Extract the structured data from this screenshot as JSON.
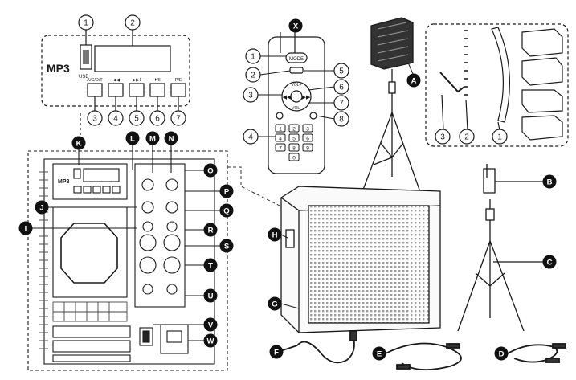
{
  "mp3_module": {
    "title": "MP3",
    "usb_label": "USB",
    "buttons": [
      "A/C/D/T",
      "I◀◀",
      "▶▶I",
      "⏵/II",
      "P/E"
    ],
    "callouts": [
      "1",
      "2",
      "3",
      "4",
      "5",
      "6",
      "7"
    ]
  },
  "remote": {
    "letter": "X",
    "mode_label": "MODE",
    "vol_plus": "VOL+",
    "vol_minus": "VOL-",
    "keypad": [
      "1",
      "2",
      "3",
      "4",
      "5",
      "6",
      "7",
      "8",
      "9",
      "0"
    ],
    "callouts": [
      "1",
      "2",
      "3",
      "4",
      "5",
      "6",
      "7",
      "8"
    ]
  },
  "rear_panel": {
    "mini_mp3_label": "MP3",
    "callout_letters": [
      "K",
      "L",
      "M",
      "N",
      "O",
      "P",
      "Q",
      "J",
      "I",
      "R",
      "S",
      "T",
      "U",
      "V",
      "W"
    ]
  },
  "column_parts": {
    "callouts": [
      "3",
      "2",
      "1"
    ],
    "speaker_letter": "A"
  },
  "accessories": {
    "letters": [
      "B",
      "C",
      "H",
      "G",
      "F",
      "E",
      "D"
    ]
  },
  "colors": {
    "line": "#1a1a1a",
    "badge_fill": "#111111",
    "badge_text": "#ffffff",
    "dashed": "#333333"
  }
}
